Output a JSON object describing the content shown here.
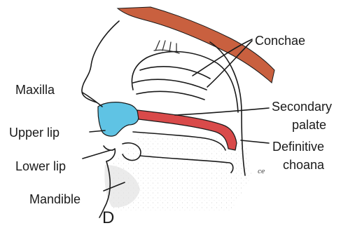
{
  "panel_letter": "D",
  "labels": {
    "conchae": "Conchae",
    "maxilla": "Maxilla",
    "secondary_palate_line1": "Secondary",
    "secondary_palate_line2": "palate",
    "upper_lip": "Upper lip",
    "lower_lip": "Lower lip",
    "definitive_choana_line1": "Definitive",
    "definitive_choana_line2": "choana",
    "mandible": "Mandible"
  },
  "small_mark": "ce",
  "colors": {
    "cranial_base": "#c9603f",
    "maxilla_fill": "#5fc3e4",
    "palate_fill": "#d94a4a",
    "line": "#1a1a1a"
  }
}
